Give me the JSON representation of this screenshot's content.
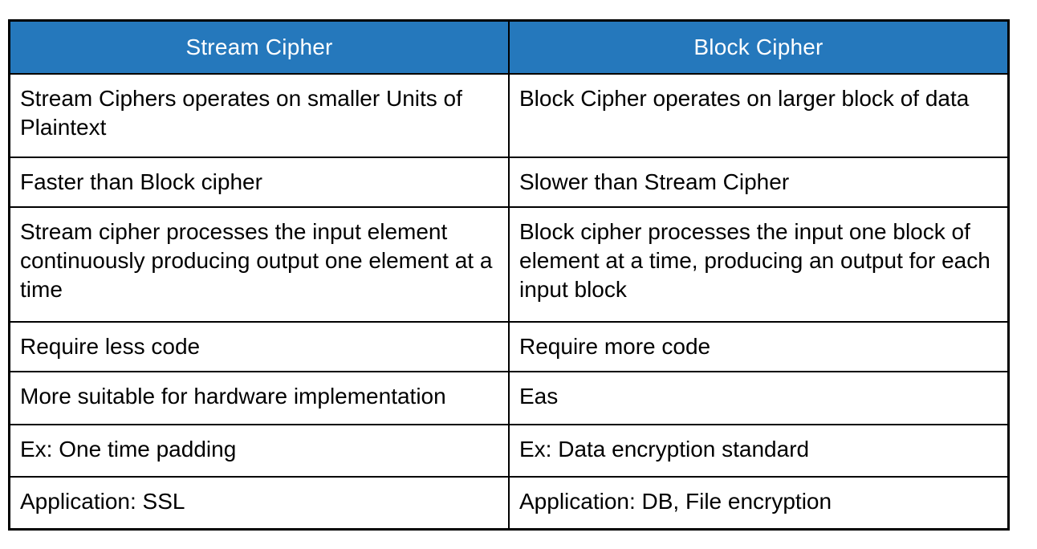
{
  "page": {
    "background": "#ffffff"
  },
  "table": {
    "title": "Stream Cipher vs Block Cipher comparison table",
    "colors": {
      "header_bg": "#2578bc",
      "header_text": "#ffffff",
      "border": "#000000",
      "body_text": "#000000"
    },
    "header": {
      "columns": [
        "Stream Cipher",
        "Block Cipher"
      ]
    },
    "rows": [
      {
        "left": "Stream Ciphers operates on smaller Units of Plaintext",
        "right": "Block Cipher operates on larger block of data"
      },
      {
        "left": "Faster than Block cipher",
        "right": "Slower than Stream Cipher"
      },
      {
        "left": "Stream cipher processes the input element continuously producing output one element at a time",
        "right": "Block cipher processes the input one block of element at a time, producing an output for each input block"
      },
      {
        "left": "Require less code",
        "right": "Require more code"
      },
      {
        "left": "More suitable for hardware implementation",
        "right": "Eas"
      },
      {
        "left": "Ex: One time padding",
        "right": "Ex: Data encryption standard"
      },
      {
        "left": "Application: SSL",
        "right": "Application: DB, File encryption"
      }
    ]
  }
}
